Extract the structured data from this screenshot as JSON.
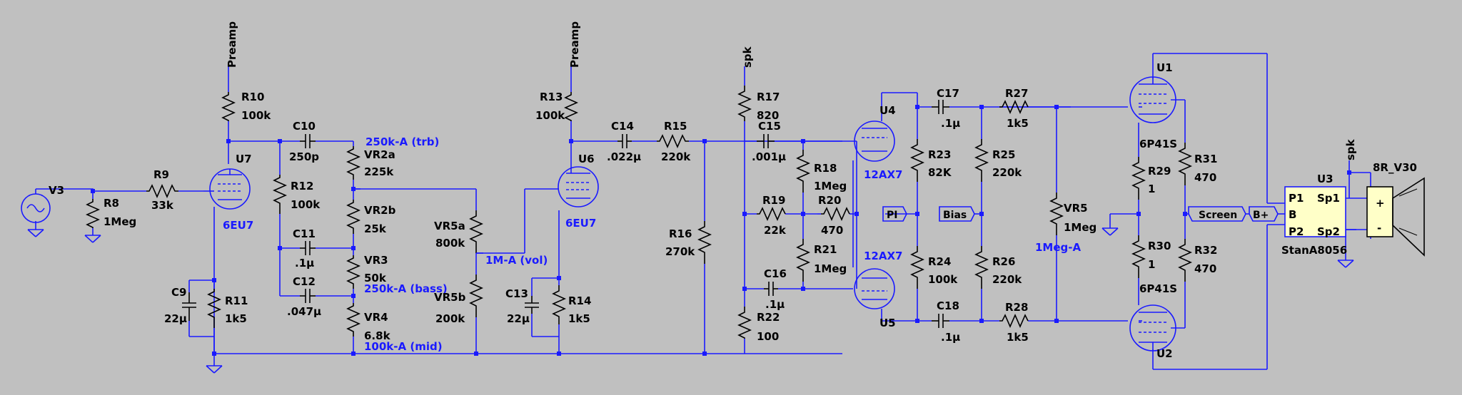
{
  "net_labels": {
    "preamp1": "Preamp",
    "preamp2": "Preamp",
    "spk1": "spk",
    "spk2": "spk",
    "pi": "PI",
    "bias": "Bias",
    "screen": "Screen",
    "bplus": "B+"
  },
  "components": {
    "V3": "V3",
    "R8": {
      "ref": "R8",
      "value": "1Meg"
    },
    "R9": {
      "ref": "R9",
      "value": "33k"
    },
    "R10": {
      "ref": "R10",
      "value": "100k"
    },
    "U7": {
      "ref": "U7",
      "value": "6EU7"
    },
    "C9": {
      "ref": "C9",
      "value": "22µ"
    },
    "R11": {
      "ref": "R11",
      "value": "1k5"
    },
    "C10": {
      "ref": "C10",
      "value": "250p"
    },
    "R12": {
      "ref": "R12",
      "value": "100k"
    },
    "C11": {
      "ref": "C11",
      "value": ".1µ"
    },
    "C12": {
      "ref": "C12",
      "value": ".047µ"
    },
    "VR2a": {
      "ref": "VR2a",
      "value": "225k",
      "note": "250k-A (trb)"
    },
    "VR2b": {
      "ref": "VR2b",
      "value": "25k"
    },
    "VR3": {
      "ref": "VR3",
      "value": "50k",
      "note": "250k-A (bass)"
    },
    "VR4": {
      "ref": "VR4",
      "value": "6.8k",
      "note": "100k-A (mid)"
    },
    "VR5a": {
      "ref": "VR5a",
      "value": "800k",
      "note": "1M-A (vol)"
    },
    "VR5b": {
      "ref": "VR5b",
      "value": "200k"
    },
    "R13": {
      "ref": "R13",
      "value": "100k"
    },
    "U6": {
      "ref": "U6",
      "value": "6EU7"
    },
    "C13": {
      "ref": "C13",
      "value": "22µ"
    },
    "R14": {
      "ref": "R14",
      "value": "1k5"
    },
    "C14": {
      "ref": "C14",
      "value": ".022µ"
    },
    "R15": {
      "ref": "R15",
      "value": "220k"
    },
    "R16": {
      "ref": "R16",
      "value": "270k"
    },
    "R17": {
      "ref": "R17",
      "value": "820"
    },
    "C15": {
      "ref": "C15",
      "value": ".001µ"
    },
    "R18": {
      "ref": "R18",
      "value": "1Meg"
    },
    "R19": {
      "ref": "R19",
      "value": "22k"
    },
    "R20": {
      "ref": "R20",
      "value": "470"
    },
    "R21": {
      "ref": "R21",
      "value": "1Meg"
    },
    "C16": {
      "ref": "C16",
      "value": ".1µ"
    },
    "R22": {
      "ref": "R22",
      "value": "100"
    },
    "U4": {
      "ref": "U4",
      "value": "12AX7"
    },
    "U5": {
      "ref": "U5",
      "value": "12AX7"
    },
    "C17": {
      "ref": "C17",
      "value": ".1µ"
    },
    "C18": {
      "ref": "C18",
      "value": ".1µ"
    },
    "R23": {
      "ref": "R23",
      "value": "82K"
    },
    "R24": {
      "ref": "R24",
      "value": "100k"
    },
    "R25": {
      "ref": "R25",
      "value": "220k"
    },
    "R26": {
      "ref": "R26",
      "value": "220k"
    },
    "R27": {
      "ref": "R27",
      "value": "1k5"
    },
    "R28": {
      "ref": "R28",
      "value": "1k5"
    },
    "VR5": {
      "ref": "VR5",
      "value": "1Meg",
      "note": "1Meg-A"
    },
    "U1": {
      "ref": "U1",
      "value": "6P41S"
    },
    "U2": {
      "ref": "U2",
      "value": "6P41S"
    },
    "R29": {
      "ref": "R29",
      "value": "1"
    },
    "R30": {
      "ref": "R30",
      "value": "1"
    },
    "R31": {
      "ref": "R31",
      "value": "470"
    },
    "R32": {
      "ref": "R32",
      "value": "470"
    },
    "U3": {
      "ref": "U3",
      "value": "StanA8056",
      "pins": [
        "P1",
        "Sp1",
        "B",
        "P2",
        "Sp2"
      ]
    },
    "SPK": {
      "value": "8R_V30",
      "plus": "+",
      "minus": "-"
    }
  }
}
